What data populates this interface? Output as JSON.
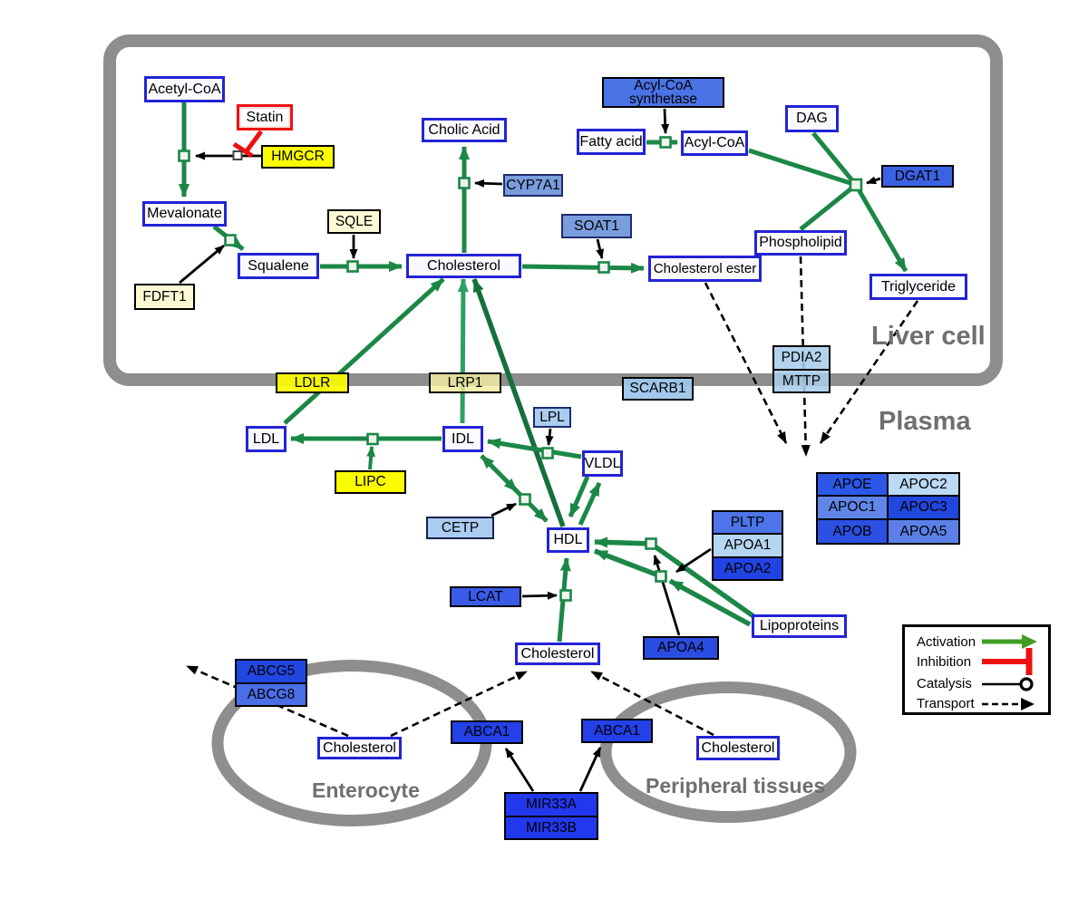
{
  "title": "Cholesterol metabolism pathway diagram",
  "regions": {
    "liver_cell": {
      "label": "Liver cell"
    },
    "plasma": {
      "label": "Plasma"
    },
    "enterocyte": {
      "label": "Enterocyte"
    },
    "peripheral_tissues": {
      "label": "Peripheral tissues"
    }
  },
  "nodes": {
    "acetyl_coa": {
      "label": "Acetyl-CoA"
    },
    "statin": {
      "label": "Statin"
    },
    "hmgcr": {
      "label": "HMGCR"
    },
    "mevalonate": {
      "label": "Mevalonate"
    },
    "fdft1": {
      "label": "FDFT1"
    },
    "squalene": {
      "label": "Squalene"
    },
    "sqle": {
      "label": "SQLE"
    },
    "cholesterol": {
      "label": "Cholesterol"
    },
    "cholic_acid": {
      "label": "Cholic Acid"
    },
    "cyp7a1": {
      "label": "CYP7A1"
    },
    "soat1": {
      "label": "SOAT1"
    },
    "cholesterol_ester": {
      "label": "Cholesterol ester"
    },
    "acyl_coa_synthetase": {
      "label": "Acyl-CoA\nsynthetase"
    },
    "fatty_acid": {
      "label": "Fatty acid"
    },
    "acyl_coa": {
      "label": "Acyl-CoA"
    },
    "dag": {
      "label": "DAG"
    },
    "dgat1": {
      "label": "DGAT1"
    },
    "phospholipid": {
      "label": "Phospholipid"
    },
    "triglyceride": {
      "label": "Triglyceride"
    },
    "ldlr": {
      "label": "LDLR"
    },
    "lrp1": {
      "label": "LRP1"
    },
    "scarb1": {
      "label": "SCARB1"
    },
    "pdia2": {
      "label": "PDIA2"
    },
    "mttp": {
      "label": "MTTP"
    },
    "ldl": {
      "label": "LDL"
    },
    "idl": {
      "label": "IDL"
    },
    "lipc": {
      "label": "LIPC"
    },
    "lpl": {
      "label": "LPL"
    },
    "vldl": {
      "label": "VLDL"
    },
    "cetp": {
      "label": "CETP"
    },
    "hdl": {
      "label": "HDL"
    },
    "lcat": {
      "label": "LCAT"
    },
    "pltp": {
      "label": "PLTP"
    },
    "apoa1": {
      "label": "APOA1"
    },
    "apoa2": {
      "label": "APOA2"
    },
    "apoa4": {
      "label": "APOA4"
    },
    "lipoproteins": {
      "label": "Lipoproteins"
    },
    "apoe": {
      "label": "APOE"
    },
    "apoc2": {
      "label": "APOC2"
    },
    "apoc1": {
      "label": "APOC1"
    },
    "apoc3": {
      "label": "APOC3"
    },
    "apob": {
      "label": "APOB"
    },
    "apoa5": {
      "label": "APOA5"
    },
    "cholesterol_plasma": {
      "label": "Cholesterol"
    },
    "abcg5": {
      "label": "ABCG5"
    },
    "abcg8": {
      "label": "ABCG8"
    },
    "cholesterol_enterocyte": {
      "label": "Cholesterol"
    },
    "abca1_left": {
      "label": "ABCA1"
    },
    "abca1_right": {
      "label": "ABCA1"
    },
    "mir33a": {
      "label": "MIR33A"
    },
    "mir33b": {
      "label": "MIR33B"
    },
    "cholesterol_peripheral": {
      "label": "Cholesterol"
    }
  },
  "legend": {
    "items": [
      {
        "label": "Activation",
        "symbol": "green-arrow",
        "color": "#3f9e22"
      },
      {
        "label": "Inhibition",
        "symbol": "red-tbar",
        "color": "#ee1111"
      },
      {
        "label": "Catalysis",
        "symbol": "black-line-circle",
        "color": "#000000"
      },
      {
        "label": "Transport",
        "symbol": "dashed-arrow",
        "color": "#000000"
      }
    ]
  },
  "colors": {
    "activation": "#1b8746",
    "activation_light": "#2e9e62",
    "activation_dark": "#15703a",
    "inhibition": "#ee1111",
    "catalysis": "#000000",
    "transport": "#000000",
    "anchor_fill": "#eef4ee",
    "membrane_gray": "#8e8e8e",
    "label_gray": "#6f6f6f",
    "metabolite_border_blue": "#2323d6",
    "yellow_node": "#fcfc00",
    "pale_yellow_node": "#f4eda0",
    "cream_node": "#fcfad4",
    "light_blue_node": "#a9cdf0",
    "medium_blue_node": "#4a73e6",
    "periwinkle_node": "#7d9fe0",
    "strong_blue_node": "#2440e8"
  }
}
